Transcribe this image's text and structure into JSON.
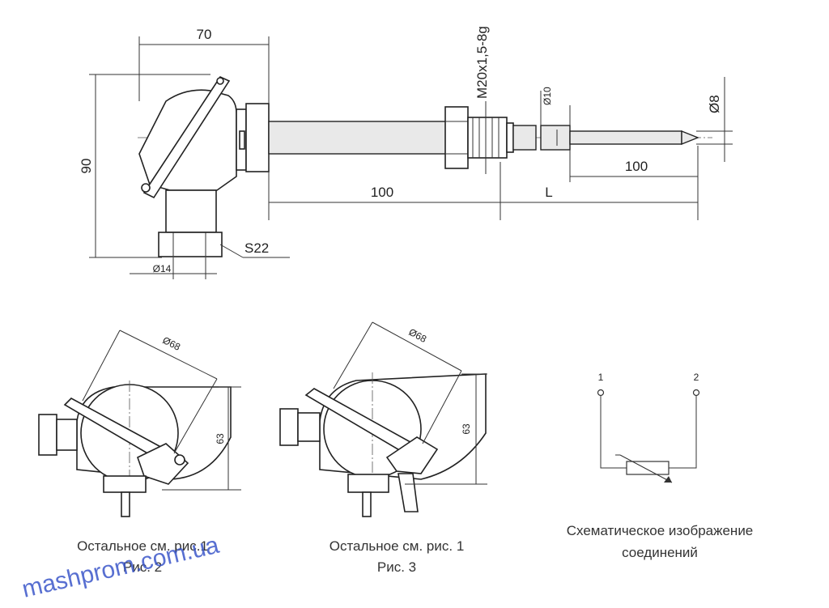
{
  "top_view": {
    "dim_width_head": "70",
    "dim_height": "90",
    "dim_thread": "M20x1,5-8g",
    "dim_tube_dia": "Ø10",
    "dim_tip_dia": "Ø8",
    "dim_tip_len": "100",
    "dim_stem_len": "100",
    "dim_L": "L",
    "dim_nut": "S22",
    "dim_cable_dia": "Ø14"
  },
  "fig2": {
    "dim_dia": "Ø68",
    "dim_height": "63",
    "caption_line1": "Остальное см. рис.1",
    "caption_line2": "Рис. 2"
  },
  "fig3": {
    "dim_dia": "Ø68",
    "dim_height": "63",
    "caption_line1": "Остальное см. рис. 1",
    "caption_line2": "Рис. 3"
  },
  "schematic": {
    "terminal_1": "1",
    "terminal_2": "2",
    "caption_line1": "Схематическое изображение",
    "caption_line2": "соединений"
  },
  "watermark": "mashprom.com.ua"
}
